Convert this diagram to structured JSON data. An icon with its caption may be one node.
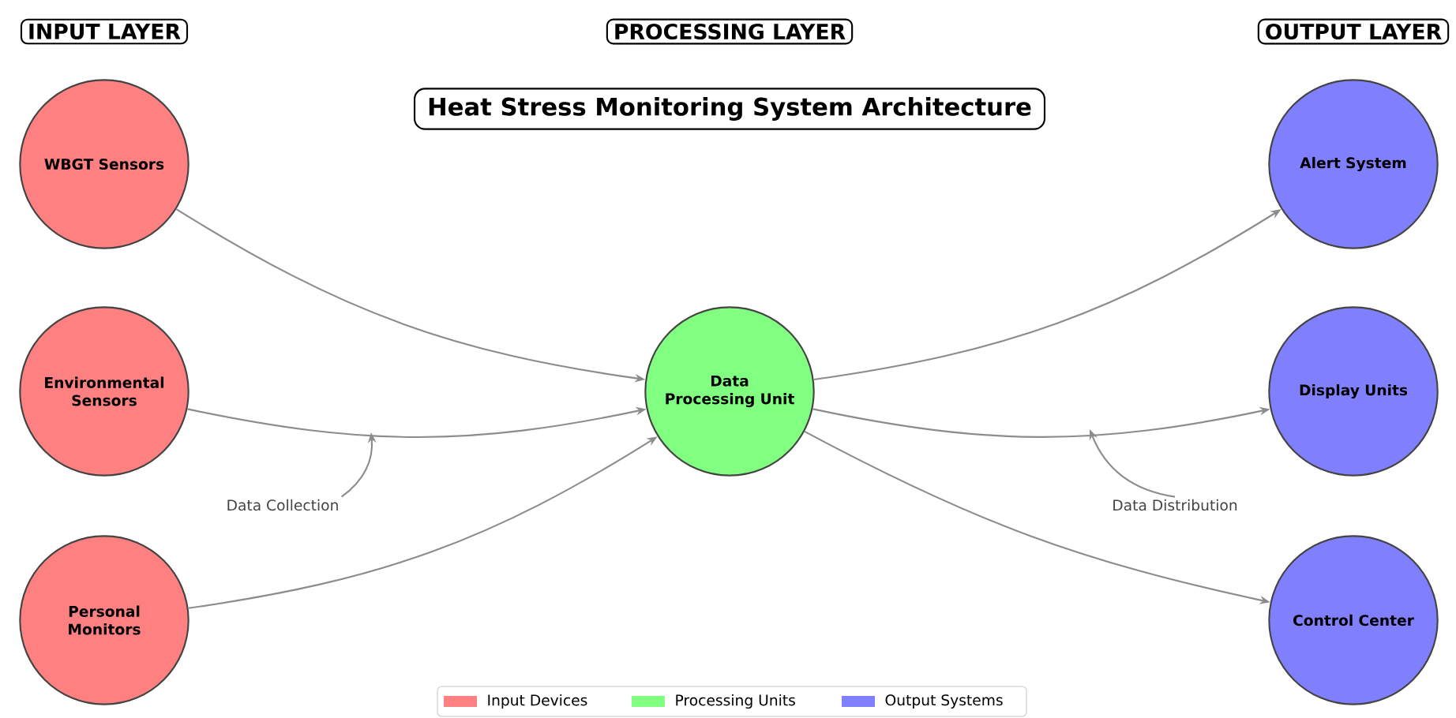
{
  "diagram": {
    "title": "Heat Stress Monitoring System Architecture",
    "nodes": [
      {
        "text": [
          "WBGT Sensors"
        ]
      },
      {
        "text": [
          "Environmental Sensors"
        ]
      },
      {
        "text": [
          "Personal Monitors"
        ]
      },
      {
        "text": [
          "Data Processing Unit"
        ]
      },
      {
        "text": [
          "Alert System"
        ]
      },
      {
        "text": [
          "Display Units"
        ]
      },
      {
        "text": [
          "Control Center"
        ]
      },
      {
        "text": [
          "Data Collection"
        ]
      },
      {
        "text": [
          "Data Distribution"
        ]
      }
    ],
    "edges": [
      {
        "from": 0,
        "to": 3,
        "arrow": "to"
      },
      {
        "from": 1,
        "to": 3,
        "arrow": "to"
      },
      {
        "from": 2,
        "to": 3,
        "arrow": "to"
      },
      {
        "from": 3,
        "to": 4,
        "arrow": "to"
      },
      {
        "from": 3,
        "to": 5,
        "arrow": "to"
      },
      {
        "from": 3,
        "to": 6,
        "arrow": "to"
      },
      {
        "from": 7,
        "to": null,
        "arrow": "to"
      },
      {
        "from": 8,
        "to": null,
        "arrow": "to"
      }
    ],
    "labels": [
      "INPUT LAYER",
      "PROCESSING LAYER",
      "OUTPUT LAYER"
    ],
    "legend": [
      {
        "text": "Input Devices",
        "color": "#ff8080"
      },
      {
        "text": "Processing Units",
        "color": "#80ff80"
      },
      {
        "text": "Output Systems",
        "color": "#8080ff"
      }
    ]
  }
}
